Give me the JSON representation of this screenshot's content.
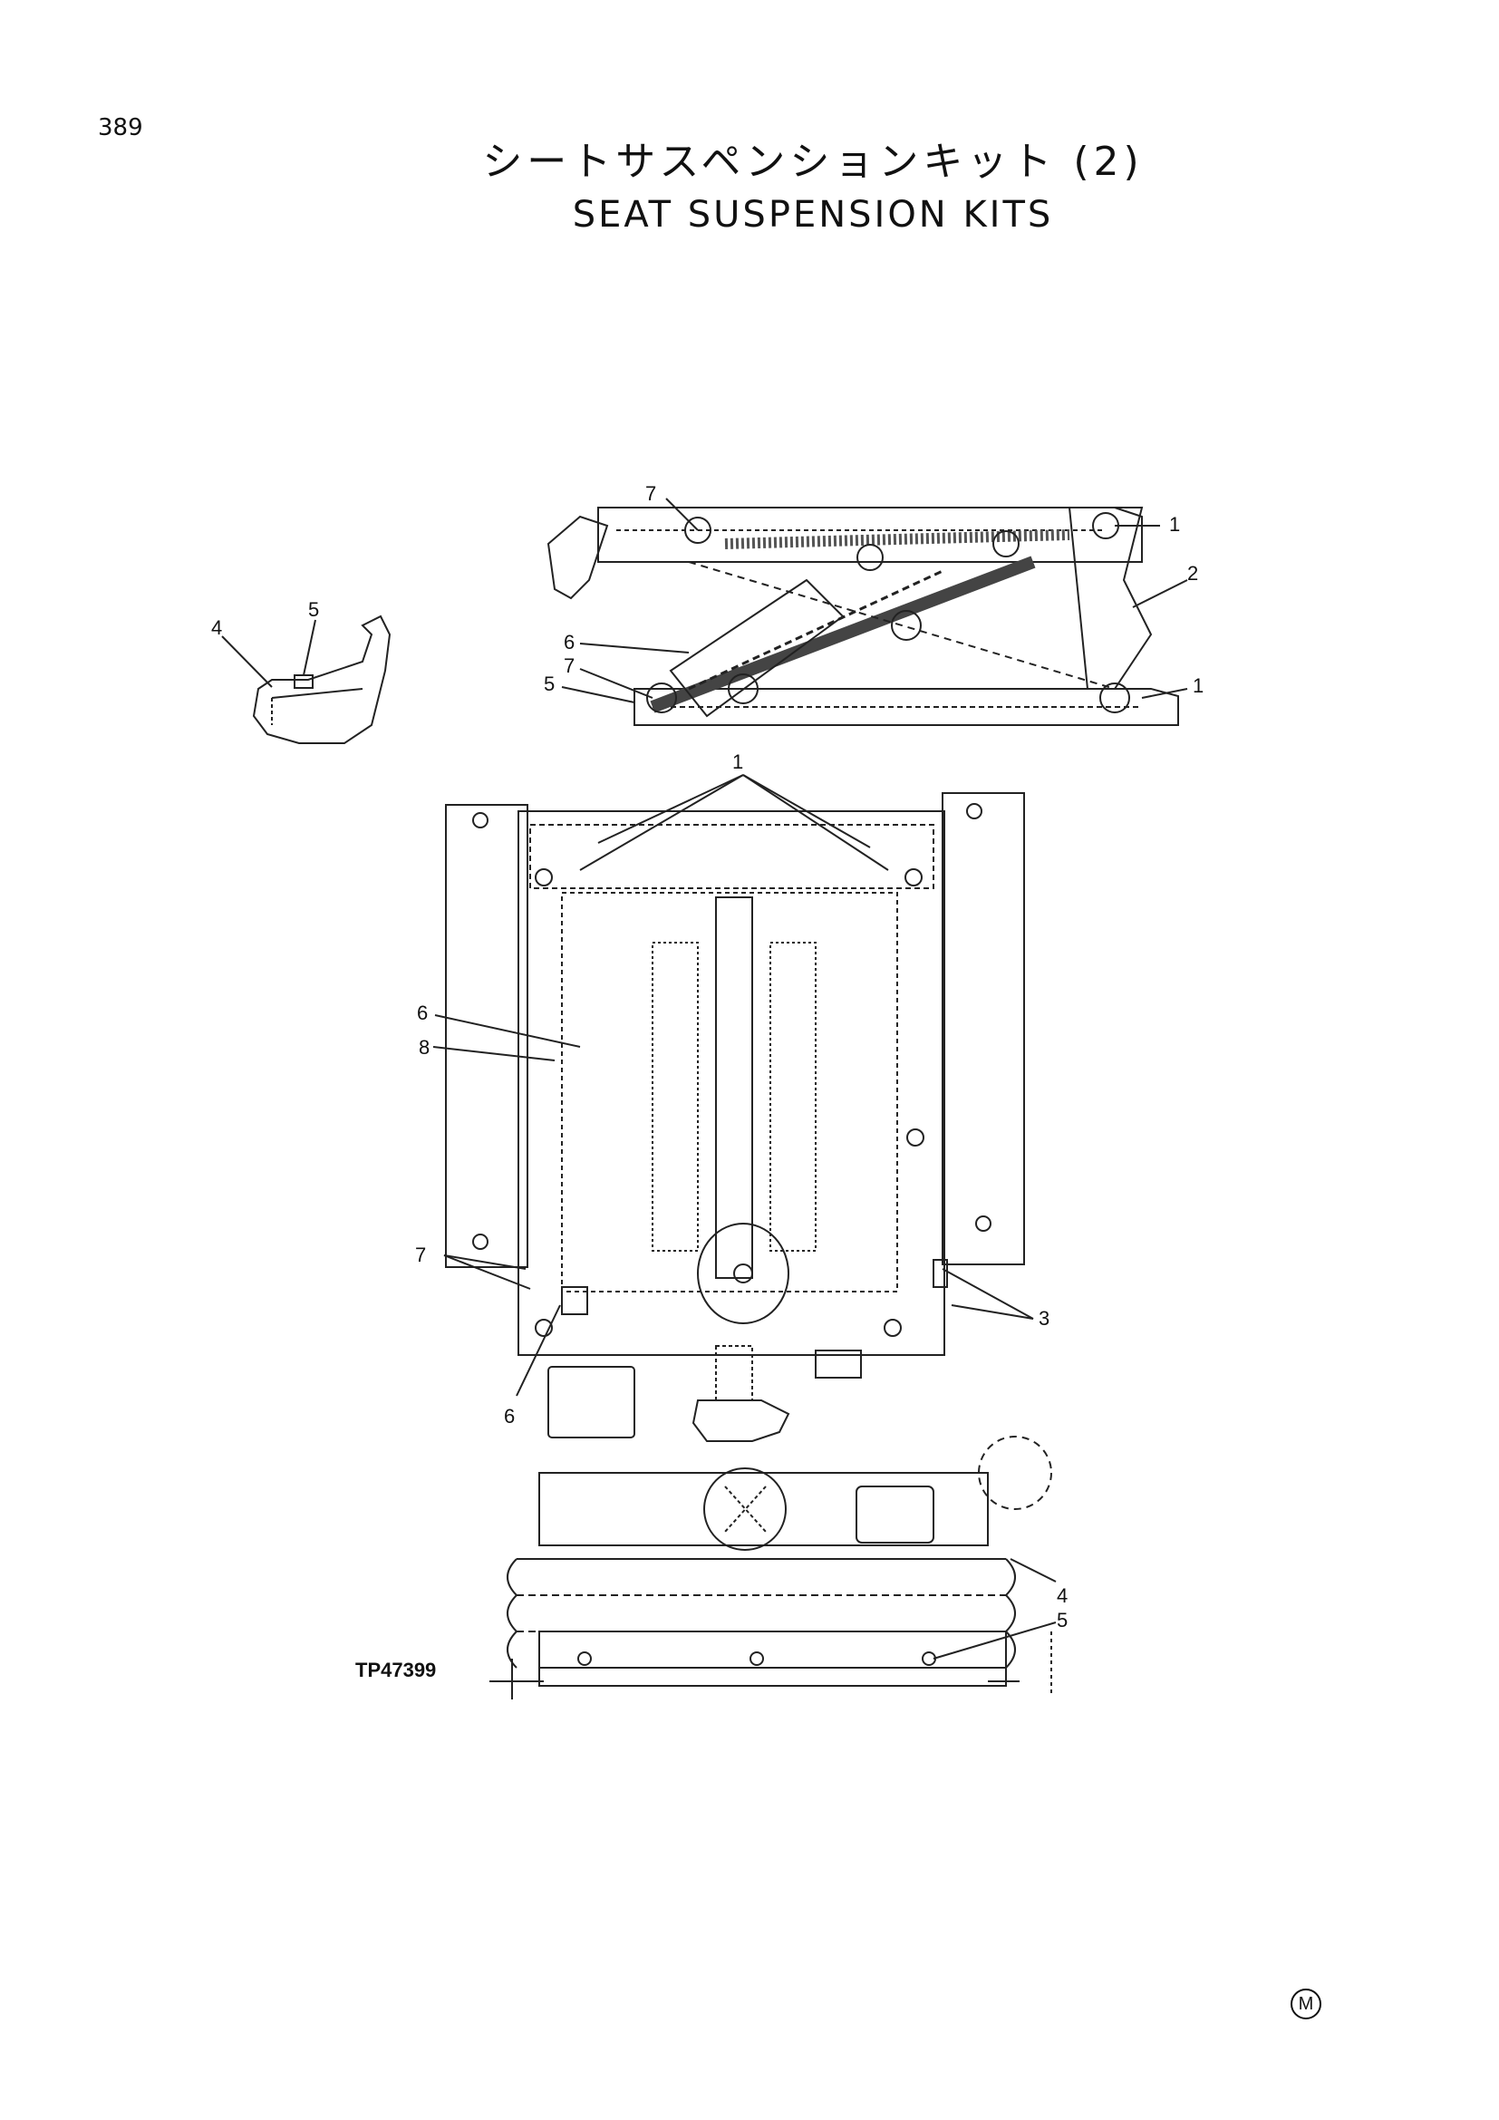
{
  "page": {
    "number": "389",
    "title_jp": "シートサスペンションキット (2)",
    "title_en": "SEAT SUSPENSION KITS",
    "ref_code": "TP47399",
    "corner_mark": "M"
  },
  "callouts": {
    "side_view": [
      "7",
      "1",
      "2",
      "6",
      "7",
      "5",
      "1"
    ],
    "small_view": [
      "4",
      "5"
    ],
    "top_view": [
      "1",
      "6",
      "8",
      "7",
      "6",
      "3"
    ],
    "bottom_view": [
      "4",
      "5"
    ]
  }
}
